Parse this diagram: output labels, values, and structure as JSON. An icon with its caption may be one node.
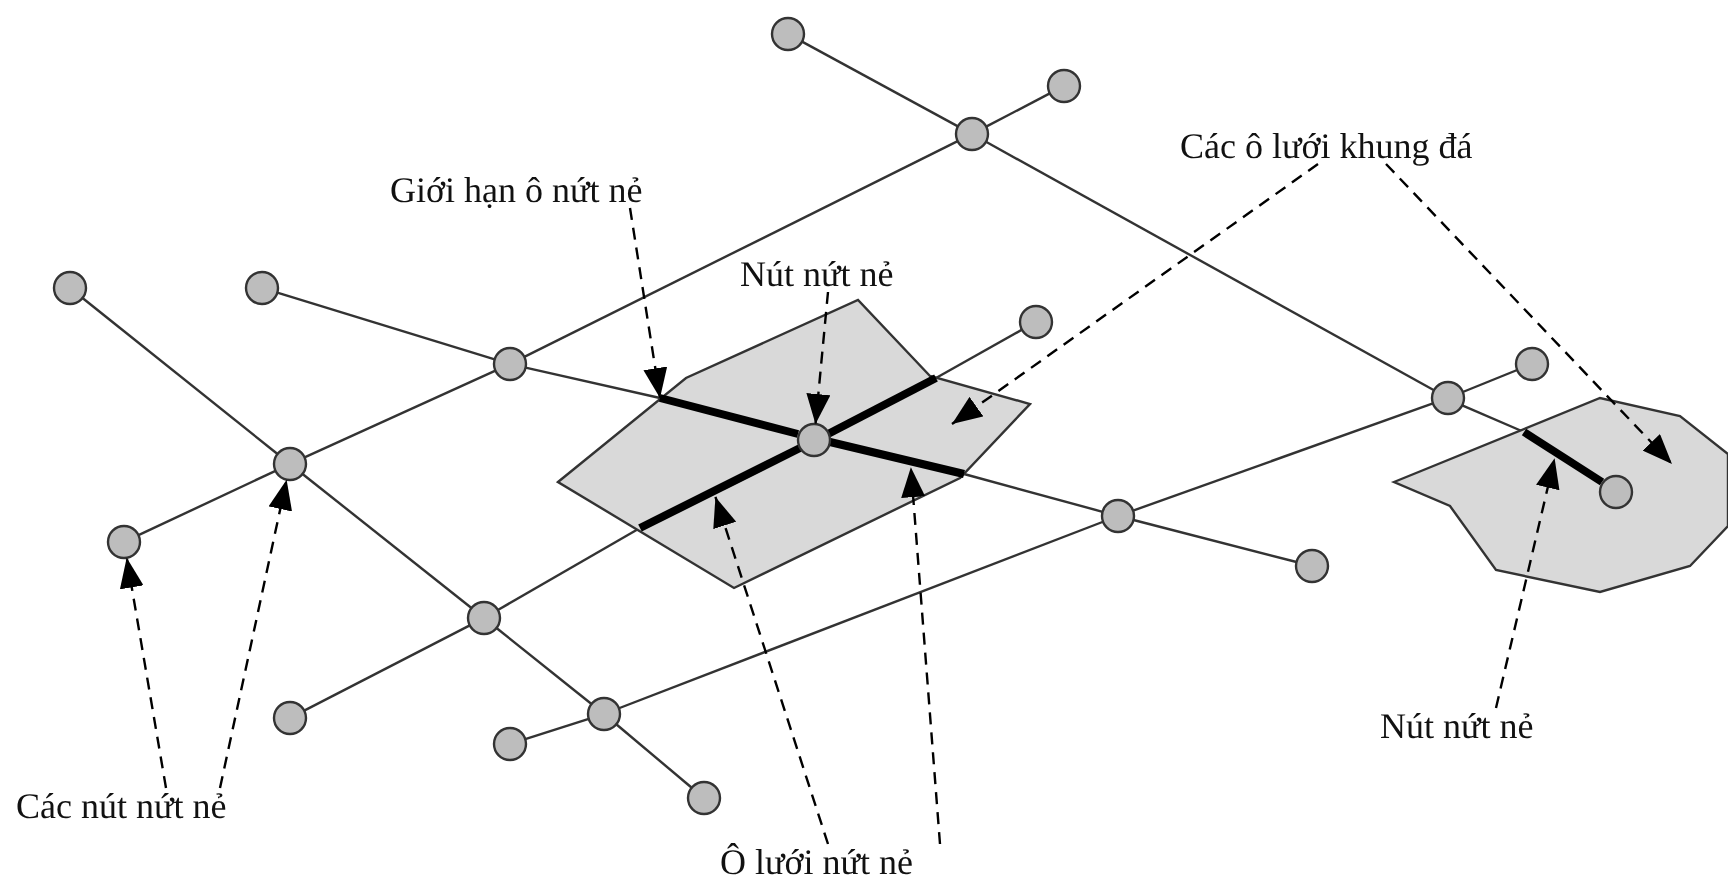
{
  "diagram": {
    "nodes": [
      {
        "text": [
          "Các ô lưới khung đá"
        ]
      },
      {
        "text": [
          "Giới hạn ô nứt nẻ"
        ]
      },
      {
        "text": [
          "Nút nứt nẻ"
        ]
      },
      {
        "text": [
          "Nút nứt nẻ"
        ]
      },
      {
        "text": [
          "Các nút nứt nẻ"
        ]
      },
      {
        "text": [
          "Ô lưới nứt nẻ"
        ]
      },
      {
        "text": [],
        "shape": "polygon"
      },
      {
        "text": [],
        "shape": "polygon"
      },
      {
        "text": [],
        "shape": "circle"
      },
      {
        "text": [],
        "shape": "circle"
      },
      {
        "text": [],
        "shape": "circle"
      },
      {
        "text": [],
        "shape": "circle"
      },
      {
        "text": [],
        "shape": "circle"
      },
      {
        "text": [],
        "shape": "circle"
      },
      {
        "text": [],
        "shape": "circle"
      },
      {
        "text": [],
        "shape": "circle"
      },
      {
        "text": [],
        "shape": "circle"
      },
      {
        "text": [],
        "shape": "circle",
        "in": 6
      },
      {
        "text": [],
        "shape": "circle"
      },
      {
        "text": [],
        "shape": "circle",
        "in": 7
      },
      {
        "text": [],
        "shape": "circle"
      },
      {
        "text": [],
        "shape": "circle"
      },
      {
        "text": [],
        "shape": "circle"
      },
      {
        "text": [],
        "shape": "circle"
      },
      {
        "text": [],
        "shape": "circle"
      },
      {
        "text": [],
        "shape": "circle"
      },
      {
        "text": [],
        "shape": "circle"
      },
      {
        "text": [],
        "shape": "circle"
      },
      {
        "text": [],
        "shape": "bar",
        "in": 6
      },
      {
        "text": [],
        "shape": "bar",
        "in": 6
      },
      {
        "text": [],
        "shape": "bar",
        "in": 6
      },
      {
        "text": [],
        "shape": "bar",
        "in": 6
      },
      {
        "text": [],
        "shape": "bar",
        "in": 7
      }
    ],
    "edges": [
      {
        "from": 8,
        "to": 10,
        "arrow": "none"
      },
      {
        "from": 10,
        "to": 16,
        "arrow": "none"
      },
      {
        "from": 16,
        "to": 32,
        "arrow": "none"
      },
      {
        "from": 9,
        "to": 10,
        "arrow": "none"
      },
      {
        "from": 10,
        "to": 14,
        "arrow": "none"
      },
      {
        "from": 14,
        "to": 18,
        "arrow": "none"
      },
      {
        "from": 18,
        "to": 21,
        "arrow": "none"
      },
      {
        "from": 12,
        "to": 14,
        "arrow": "none"
      },
      {
        "from": 14,
        "to": 28,
        "arrow": "none"
      },
      {
        "from": 30,
        "to": 20,
        "arrow": "none"
      },
      {
        "from": 20,
        "to": 22,
        "arrow": "none"
      },
      {
        "from": 11,
        "to": 18,
        "arrow": "none"
      },
      {
        "from": 18,
        "to": 23,
        "arrow": "none"
      },
      {
        "from": 23,
        "to": 24,
        "arrow": "none"
      },
      {
        "from": 24,
        "to": 27,
        "arrow": "none"
      },
      {
        "from": 13,
        "to": 31,
        "arrow": "none"
      },
      {
        "from": 29,
        "to": 23,
        "arrow": "none"
      },
      {
        "from": 23,
        "to": 25,
        "arrow": "none"
      },
      {
        "from": 15,
        "to": 16,
        "arrow": "none"
      },
      {
        "from": 16,
        "to": 20,
        "arrow": "none"
      },
      {
        "from": 20,
        "to": 24,
        "arrow": "none"
      },
      {
        "from": 24,
        "to": 26,
        "arrow": "none"
      },
      {
        "from": 1,
        "to": 6,
        "arrow": "to",
        "style": "dashed"
      },
      {
        "from": 2,
        "to": 17,
        "arrow": "to",
        "style": "dashed"
      },
      {
        "from": 0,
        "to": 6,
        "arrow": "to",
        "style": "dashed"
      },
      {
        "from": 0,
        "to": 7,
        "arrow": "to",
        "style": "dashed"
      },
      {
        "from": 4,
        "to": 21,
        "arrow": "to",
        "style": "dashed"
      },
      {
        "from": 4,
        "to": 18,
        "arrow": "to",
        "style": "dashed"
      },
      {
        "from": 5,
        "to": 29,
        "arrow": "to",
        "style": "dashed"
      },
      {
        "from": 5,
        "to": 30,
        "arrow": "to",
        "style": "dashed"
      },
      {
        "from": 3,
        "to": 32,
        "arrow": "to",
        "style": "dashed"
      }
    ]
  }
}
